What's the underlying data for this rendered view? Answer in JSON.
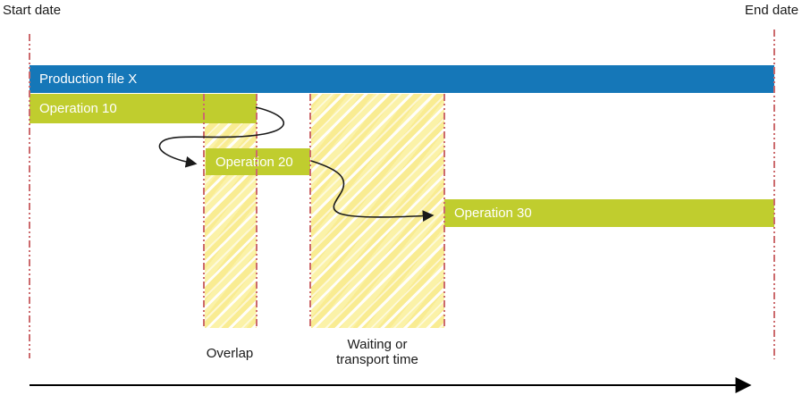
{
  "labels": {
    "start_date": "Start date",
    "end_date": "End date"
  },
  "bars": {
    "production": {
      "label": "Production file X",
      "color": "#1577b8"
    },
    "operation10": {
      "label": "Operation 10",
      "color": "#c0cd2e"
    },
    "operation20": {
      "label": "Operation 20",
      "color": "#c0cd2e"
    },
    "operation30": {
      "label": "Operation 30",
      "color": "#c0cd2e"
    }
  },
  "regions": {
    "overlap": {
      "label": "Overlap"
    },
    "waiting": {
      "label_line1": "Waiting or",
      "label_line2": "transport time"
    }
  },
  "colors": {
    "production_bar": "#1577b8",
    "operation_bar": "#c0cd2e",
    "hatch_fill": "#fbf2a8",
    "date_line": "#cc6a6d",
    "flow_arrow": "#1a1a1a",
    "timeline_axis": "#000000"
  }
}
